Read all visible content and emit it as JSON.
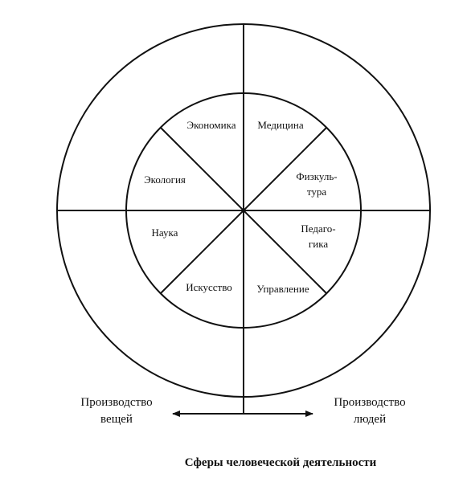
{
  "sectors": {
    "economics": "Экономика",
    "medicine": "Медицина",
    "ecology": "Экология",
    "physical_culture_1": "Физкуль-",
    "physical_culture_2": "тура",
    "science": "Наука",
    "pedagogy_1": "Педаго-",
    "pedagogy_2": "гика",
    "art": "Искусство",
    "management": "Управление"
  },
  "arrows": {
    "left_1": "Производство",
    "left_2": "вещей",
    "right_1": "Производство",
    "right_2": "людей"
  },
  "caption": "Сферы человеческой деятельности"
}
